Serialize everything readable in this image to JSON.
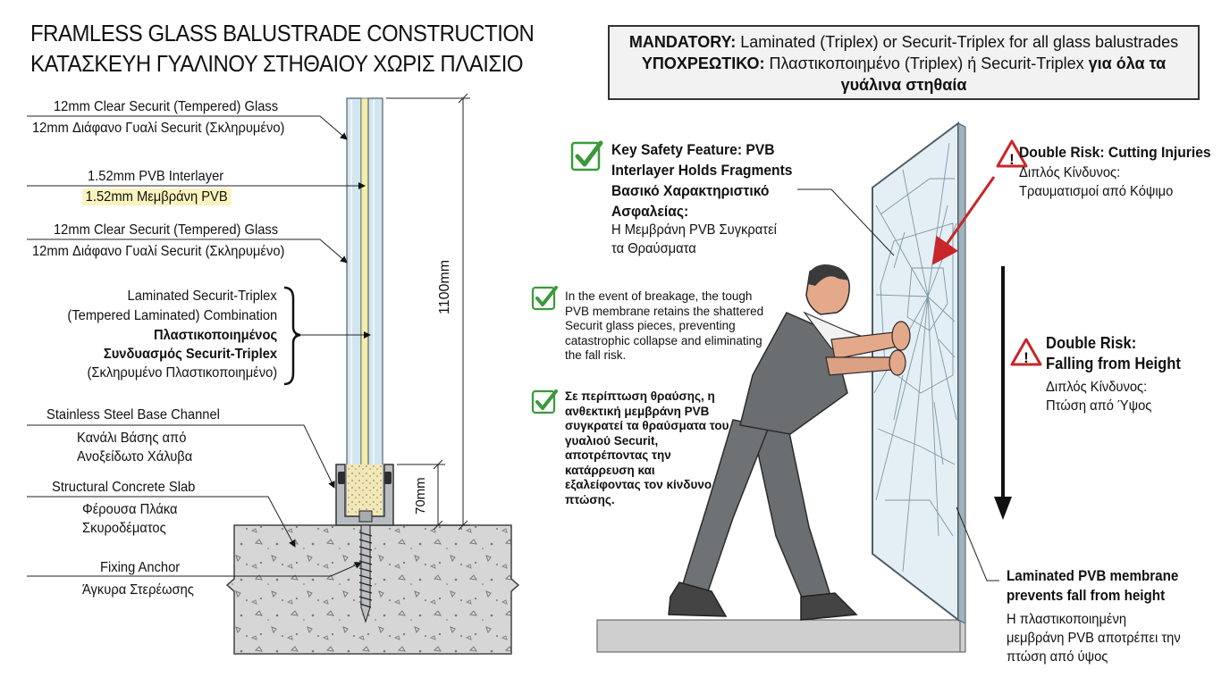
{
  "title": {
    "en": "FRAMLESS GLASS BALUSTRADE CONSTRUCTION",
    "gr": "ΚΑΤΑΣΚΕΥΗ ΓΥΑΛΙΝΟΥ ΣΤΗΘΑΙΟΥ ΧΩΡΙΣ ΠΛΑΙΣΙΟ"
  },
  "mandatory": {
    "en_bold": "MANDATORY:",
    "en_text": " Laminated (Triplex) or Securit-Triplex for all glass balustrades",
    "gr_bold": "ΥΠΟΧΡΕΩΤΙΚΟ:",
    "gr_text1": " Πλαστικοποιημένο (Triplex) ή Securit-Triplex ",
    "gr_bold2": "για όλα τα γυάλινα στηθαία"
  },
  "section_labels": {
    "glass1_en": "12mm Clear Securit (Tempered) Glass",
    "glass1_gr": "12mm Διάφανο Γυαλί Securit (Σκληρυμένο)",
    "pvb_en": "1.52mm PVB Interlayer",
    "pvb_gr": "1.52mm Μεμβράνη PVB",
    "glass2_en": "12mm Clear Securit (Tempered) Glass",
    "glass2_gr": "12mm Διάφανο Γυαλί Securit (Σκληρυμένο)",
    "combo_en1": "Laminated Securit-Triplex",
    "combo_en2": "(Tempered Laminated) Combination",
    "combo_gr1": "Πλαστικοποιημένος",
    "combo_gr2": "Συνδυασμός Securit-Triplex",
    "combo_gr3": "(Σκληρυμένο Πλαστικοποιημένο)",
    "channel_en": "Stainless Steel Base Channel",
    "channel_gr1": "Κανάλι Βάσης από",
    "channel_gr2": "Ανοξείδωτο Χάλυβα",
    "slab_en": "Structural Concrete Slab",
    "slab_gr1": "Φέρουσα Πλάκα",
    "slab_gr2": "Σκυροδέματος",
    "anchor_en": "Fixing Anchor",
    "anchor_gr": "Άγκυρα Στερέωσης",
    "dim_height": "1100mm",
    "dim_base": "70mm"
  },
  "safety": {
    "key_en1": "Key Safety Feature: PVB",
    "key_en2": "Interlayer Holds Fragments",
    "key_gr1": "Βασικό Χαρακτηριστικό",
    "key_gr2": "Ασφαλείας:",
    "key_gr3": "Η Μεμβράνη PVB Συγκρατεί",
    "key_gr4": "τα Θραύσματα",
    "breakage_en": "In the event of breakage, the tough PVB membrane retains the shattered Securit glass pieces, preventing catastrophic collapse and eliminating the fall risk.",
    "breakage_gr": "Σε περίπτωση θραύσης, η ανθεκτική μεμβράνη PVB συγκρατεί τα θραύσματα του γυαλιού Securit, αποτρέποντας την κατάρρευση και εξαλείφοντας τον κίνδυνο πτώσης."
  },
  "risks": {
    "cut_en": "Double Risk: Cutting Injuries",
    "cut_gr1": "Διπλός Κίνδυνος:",
    "cut_gr2": "Τραυματισμοί από Κόψιμο",
    "fall_en1": "Double Risk:",
    "fall_en2": "Falling from Height",
    "fall_gr1": "Διπλός Κίνδυνος:",
    "fall_gr2": "Πτώση από Ύψος"
  },
  "prevent": {
    "en1": "Laminated PVB membrane",
    "en2": "prevents fall from height",
    "gr1": "Η πλαστικοποιημένη",
    "gr2": "μεμβράνη PVB αποτρέπει την",
    "gr3": "πτώση από ύψος"
  },
  "colors": {
    "glass": "#cfe3ee",
    "glass_edge": "#5b6b75",
    "pvb": "#f6eeb0",
    "concrete": "#d9d9d9",
    "check_green": "#3a9a3a",
    "warning_red": "#c8262b",
    "overalls": "#6b6e70",
    "skin": "#e3a98a"
  },
  "icons": [
    "check-icon",
    "warning-triangle-icon",
    "down-arrow-icon"
  ]
}
